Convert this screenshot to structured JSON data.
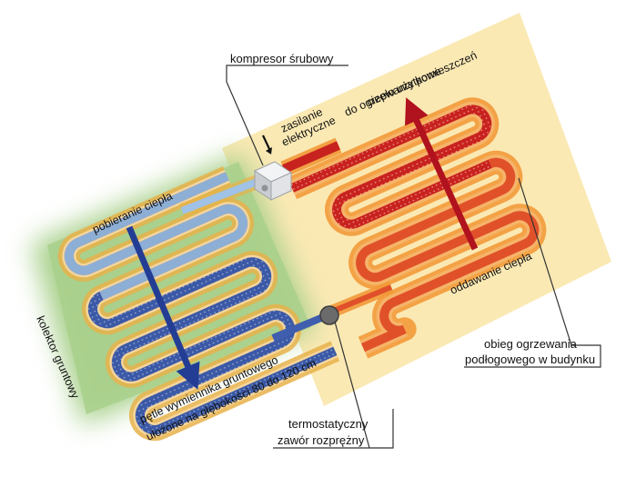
{
  "labels": {
    "compressor": "kompresor śrubowy",
    "power_line1": "zasilanie",
    "power_line2": "elektryczne",
    "useful_heat_line1": "ciepło użytkowe",
    "useful_heat_line2": "do ogrzewania pomieszczeń",
    "heat_intake": "pobieranie ciepła",
    "heat_release": "oddawanie ciepła",
    "ground_collector": "kolektor gruntowy",
    "loops_line1": "pętle wymiennika gruntowego",
    "loops_line2": "ułożone na głębokości 80 do 120 cm",
    "floor_circuit_line1": "obieg ogrzewania",
    "floor_circuit_line2": "podłogowego w budynku",
    "valve_line1": "termostatyczny",
    "valve_line2": "zawór rozprężny"
  },
  "colors": {
    "building_panel": "#fbe9b4",
    "ground_field": "#a9d08c",
    "hot_pipe": "#c8221f",
    "hot_glow": "#f29a38",
    "cold_pipe": "#3f5fae",
    "cold_light": "#9fc2e6",
    "ground_glow": "#e8b24a",
    "arrow_red": "#b0121e",
    "arrow_blue": "#243d94",
    "device_grey": "#d7d9dc",
    "valve_grey": "#6b6b6b"
  },
  "icons": {
    "compressor": "compressor-box-icon",
    "valve": "valve-circle-icon",
    "power": "down-arrow-icon"
  }
}
